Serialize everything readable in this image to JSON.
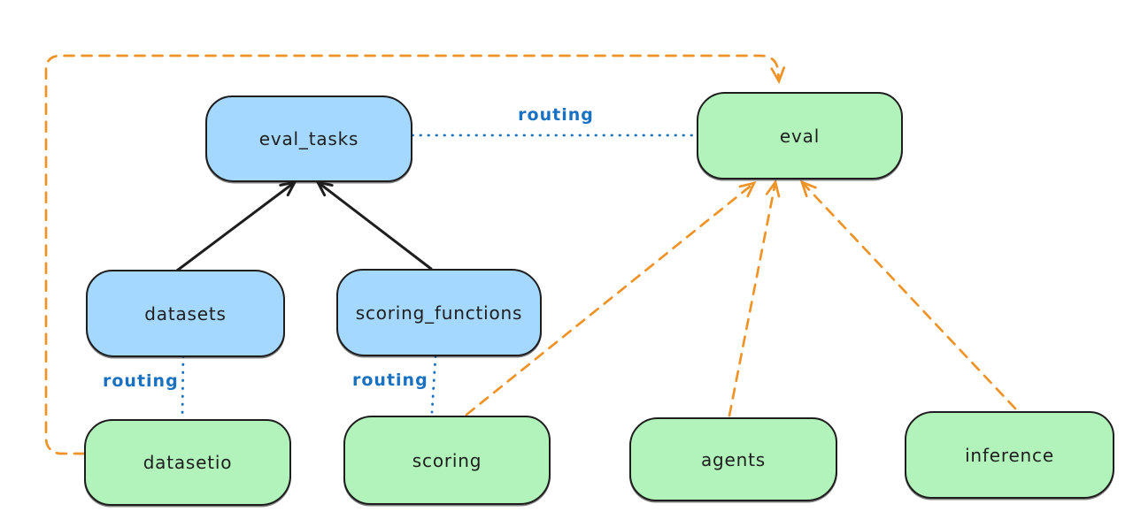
{
  "diagram": {
    "title": "",
    "colors": {
      "api_node_fill": "#a5d8ff",
      "provider_node_fill": "#b2f2bb",
      "node_border": "#1e1e1e",
      "routing_edge_color": "#1971c2",
      "provider_edge_color": "#ef9327",
      "dependency_edge_color": "#1e1e1e",
      "background": "#ffffff"
    },
    "nodes": [
      {
        "id": "eval_tasks",
        "label": "eval_tasks",
        "color_group": "blue"
      },
      {
        "id": "eval",
        "label": "eval",
        "color_group": "green"
      },
      {
        "id": "datasets",
        "label": "datasets",
        "color_group": "blue"
      },
      {
        "id": "scoring_functions",
        "label": "scoring_functions",
        "color_group": "blue"
      },
      {
        "id": "datasetio",
        "label": "datasetio",
        "color_group": "green"
      },
      {
        "id": "scoring",
        "label": "scoring",
        "color_group": "green"
      },
      {
        "id": "agents",
        "label": "agents",
        "color_group": "green"
      },
      {
        "id": "inference",
        "label": "inference",
        "color_group": "green"
      }
    ],
    "edges": [
      {
        "from": "datasets",
        "to": "eval_tasks",
        "style": "solid-black-arrow",
        "label": ""
      },
      {
        "from": "scoring_functions",
        "to": "eval_tasks",
        "style": "solid-black-arrow",
        "label": ""
      },
      {
        "from": "eval_tasks",
        "to": "eval",
        "style": "dotted-blue",
        "label": "routing"
      },
      {
        "from": "datasets",
        "to": "datasetio",
        "style": "dotted-blue",
        "label": "routing"
      },
      {
        "from": "scoring_functions",
        "to": "scoring",
        "style": "dotted-blue",
        "label": "routing"
      },
      {
        "from": "datasetio",
        "to": "eval",
        "style": "dashed-orange-arrow",
        "label": ""
      },
      {
        "from": "scoring",
        "to": "eval",
        "style": "dashed-orange-arrow",
        "label": ""
      },
      {
        "from": "agents",
        "to": "eval",
        "style": "dashed-orange-arrow",
        "label": ""
      },
      {
        "from": "inference",
        "to": "eval",
        "style": "dashed-orange-arrow",
        "label": ""
      }
    ],
    "edge_labels": {
      "routing_top": "routing",
      "routing_left": "routing",
      "routing_middle": "routing"
    }
  }
}
